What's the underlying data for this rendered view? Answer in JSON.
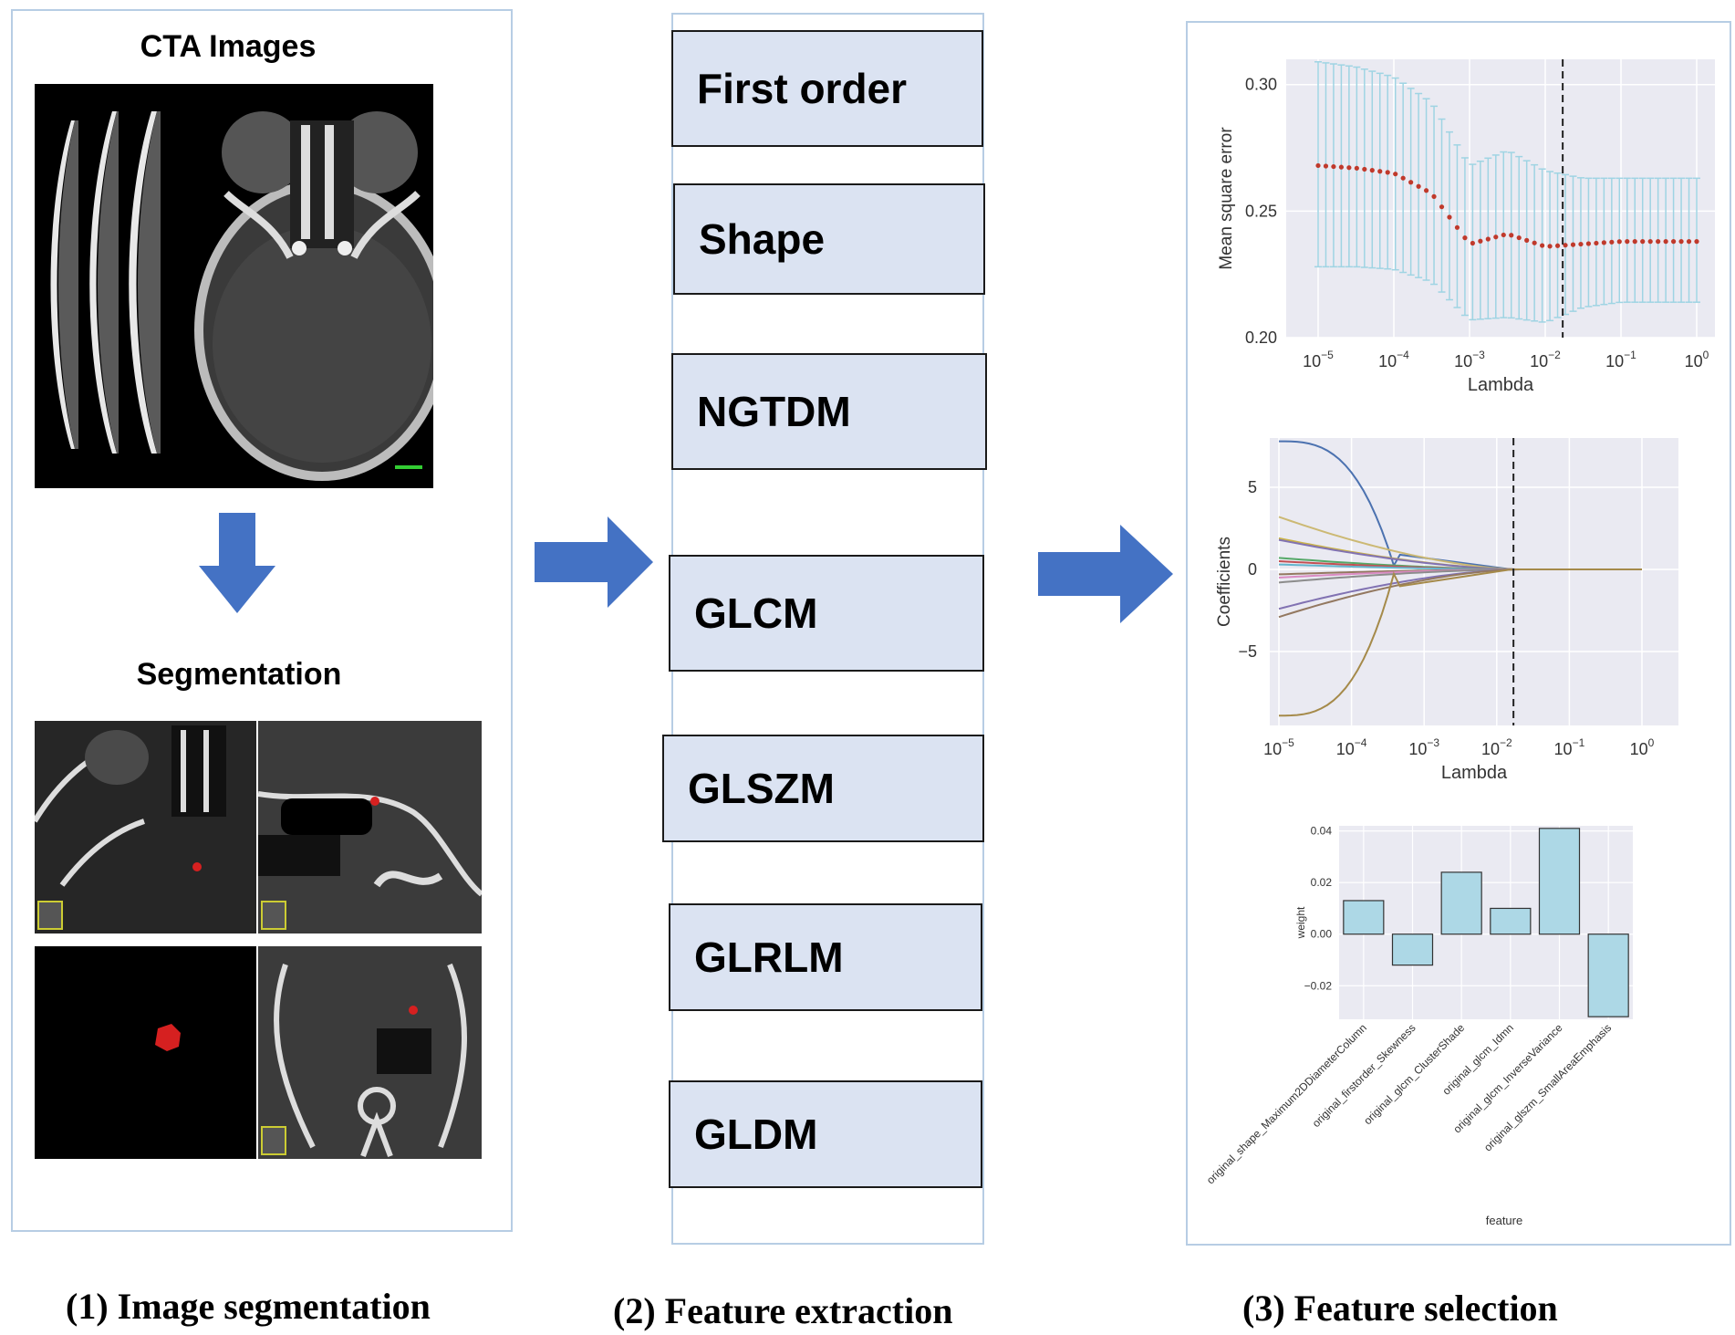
{
  "panel1": {
    "title_top": "CTA Images",
    "title_mid": "Segmentation",
    "caption": "(1) Image segmentation"
  },
  "panel2": {
    "features": [
      "First order",
      "Shape",
      "NGTDM",
      "GLCM",
      "GLSZM",
      "GLRLM",
      "GLDM"
    ],
    "caption": "(2) Feature extraction"
  },
  "panel3": {
    "caption": "(3) Feature selection"
  },
  "colors": {
    "arrow": "#4472c4",
    "panel_border": "#b7cde4",
    "feature_box_fill": "#dbe3f2",
    "errorbar": "#9fd4e3",
    "mse_points": "#c0392b",
    "bar_fill": "#add8e6",
    "plot_bg": "#eaeaf2",
    "annotation_red": "#d62020"
  },
  "chart_data": [
    {
      "type": "scatter",
      "xlabel": "Lambda",
      "ylabel": "Mean square error",
      "xscale": "log",
      "x_ticks": [
        "10^-5",
        "10^-4",
        "10^-3",
        "10^-2",
        "10^-1",
        "10^0"
      ],
      "ylim": [
        0.2,
        0.31
      ],
      "y_ticks": [
        "0.30",
        "0.25",
        "0.20"
      ],
      "vline_at_lambda": 0.017,
      "grid": true,
      "series": [
        {
          "log10_lambda": [
            -5,
            -4.5,
            -4,
            -3.5,
            -3,
            -2.5,
            -2,
            -1.5,
            -1,
            -0.5,
            0
          ],
          "mse": [
            0.268,
            0.267,
            0.265,
            0.257,
            0.237,
            0.241,
            0.236,
            0.237,
            0.238,
            0.238,
            0.238
          ],
          "err_upper": [
            0.309,
            0.307,
            0.303,
            0.293,
            0.268,
            0.274,
            0.266,
            0.263,
            0.263,
            0.263,
            0.263
          ],
          "err_lower": [
            0.228,
            0.228,
            0.227,
            0.222,
            0.207,
            0.208,
            0.206,
            0.212,
            0.214,
            0.214,
            0.214
          ]
        }
      ]
    },
    {
      "type": "line",
      "xlabel": "Lambda",
      "ylabel": "Coefficients",
      "xscale": "log",
      "x_ticks": [
        "10^-5",
        "10^-4",
        "10^-3",
        "10^-2",
        "10^-1",
        "10^0"
      ],
      "y_ticks": [
        "5",
        "0",
        "−5"
      ],
      "ylim": [
        -9.5,
        8
      ],
      "vline_at_lambda": 0.017,
      "grid": true,
      "series": [
        {
          "color": "#4c72b0",
          "start": 7.8,
          "shape": "late"
        },
        {
          "color": "#ccb974",
          "start": 3.2,
          "shape": "early"
        },
        {
          "color": "#c9b24a",
          "start": 1.9,
          "shape": "early"
        },
        {
          "color": "#8172b2",
          "start": 1.8,
          "shape": "early"
        },
        {
          "color": "#55a868",
          "start": 0.7,
          "shape": "early"
        },
        {
          "color": "#c44e52",
          "start": 0.5,
          "shape": "early"
        },
        {
          "color": "#64b5cd",
          "start": 0.3,
          "shape": "early"
        },
        {
          "color": "#937860",
          "start": -0.3,
          "shape": "early"
        },
        {
          "color": "#da8bc3",
          "start": -0.5,
          "shape": "early"
        },
        {
          "color": "#8c8c8c",
          "start": -0.8,
          "shape": "early"
        },
        {
          "color": "#8172b2",
          "start": -2.4,
          "shape": "early"
        },
        {
          "color": "#937860",
          "start": -2.9,
          "shape": "early"
        },
        {
          "color": "#a58a4a",
          "start": -8.9,
          "shape": "late"
        }
      ]
    },
    {
      "type": "bar",
      "xlabel": "feature",
      "ylabel": "weight",
      "y_ticks": [
        "0.04",
        "0.02",
        "0.00",
        "−0.02"
      ],
      "ylim": [
        -0.033,
        0.042
      ],
      "categories": [
        "original_shape_Maximum2DDiameterColumn",
        "original_firstorder_Skewness",
        "original_glcm_ClusterShade",
        "original_glcm_Idmn",
        "original_glcm_InverseVariance",
        "original_glszm_SmallAreaEmphasis"
      ],
      "values": [
        0.013,
        -0.012,
        0.024,
        0.01,
        0.041,
        -0.032
      ]
    }
  ]
}
